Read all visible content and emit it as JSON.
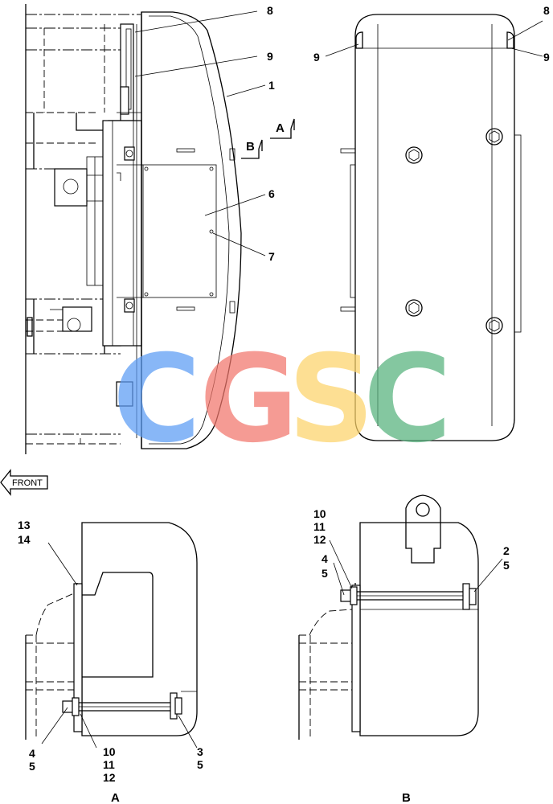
{
  "drawing": {
    "front_label": "FRONT",
    "watermark": {
      "letters": [
        "C",
        "G",
        "S",
        "C"
      ],
      "colors": [
        "#5b9cf5",
        "#f2766b",
        "#fdd46a",
        "#55b27c"
      ]
    },
    "top_left_view": {
      "callouts": [
        "8",
        "9",
        "1",
        "6",
        "7"
      ],
      "section_marks": [
        "A",
        "B"
      ]
    },
    "top_right_view": {
      "callouts": [
        "8",
        "9",
        "9"
      ]
    },
    "detail_a": {
      "label": "A",
      "callouts": [
        "13",
        "14",
        "4",
        "5",
        "10",
        "11",
        "12",
        "3",
        "5"
      ]
    },
    "detail_b": {
      "label": "B",
      "callouts": [
        "10",
        "11",
        "12",
        "4",
        "5",
        "2",
        "5"
      ]
    }
  }
}
